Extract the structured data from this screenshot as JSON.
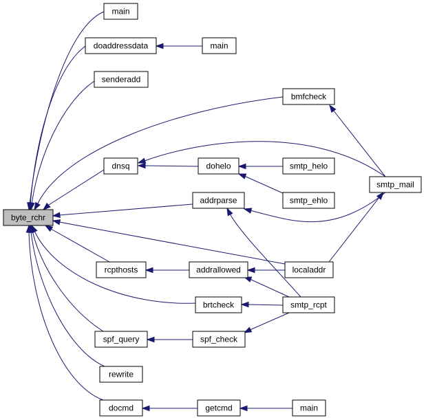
{
  "graph": {
    "edge_color": "#191970",
    "root_fill": "#bfbfbf",
    "node_fill": "#ffffff",
    "nodes": [
      {
        "id": "byte_rchr",
        "label": "byte_rchr",
        "root": true
      },
      {
        "id": "main_1",
        "label": "main"
      },
      {
        "id": "doaddressdata",
        "label": "doaddressdata"
      },
      {
        "id": "main_2",
        "label": "main"
      },
      {
        "id": "senderadd",
        "label": "senderadd"
      },
      {
        "id": "bmfcheck",
        "label": "bmfcheck"
      },
      {
        "id": "dnsq",
        "label": "dnsq"
      },
      {
        "id": "dohelo",
        "label": "dohelo"
      },
      {
        "id": "smtp_helo",
        "label": "smtp_helo"
      },
      {
        "id": "smtp_ehlo",
        "label": "smtp_ehlo"
      },
      {
        "id": "smtp_mail",
        "label": "smtp_mail"
      },
      {
        "id": "addrparse",
        "label": "addrparse"
      },
      {
        "id": "rcpthosts",
        "label": "rcpthosts"
      },
      {
        "id": "addrallowed",
        "label": "addrallowed"
      },
      {
        "id": "localaddr",
        "label": "localaddr"
      },
      {
        "id": "brtcheck",
        "label": "brtcheck"
      },
      {
        "id": "smtp_rcpt",
        "label": "smtp_rcpt"
      },
      {
        "id": "spf_query",
        "label": "spf_query"
      },
      {
        "id": "spf_check",
        "label": "spf_check"
      },
      {
        "id": "rewrite",
        "label": "rewrite"
      },
      {
        "id": "docmd",
        "label": "docmd"
      },
      {
        "id": "getcmd",
        "label": "getcmd"
      },
      {
        "id": "main_3",
        "label": "main"
      }
    ],
    "edges": [
      {
        "from": "main_1",
        "to": "byte_rchr"
      },
      {
        "from": "doaddressdata",
        "to": "byte_rchr"
      },
      {
        "from": "main_2",
        "to": "doaddressdata"
      },
      {
        "from": "senderadd",
        "to": "byte_rchr"
      },
      {
        "from": "bmfcheck",
        "to": "byte_rchr"
      },
      {
        "from": "smtp_mail",
        "to": "bmfcheck"
      },
      {
        "from": "dnsq",
        "to": "byte_rchr"
      },
      {
        "from": "smtp_mail",
        "to": "dnsq"
      },
      {
        "from": "dohelo",
        "to": "dnsq"
      },
      {
        "from": "smtp_helo",
        "to": "dohelo"
      },
      {
        "from": "smtp_ehlo",
        "to": "dohelo"
      },
      {
        "from": "addrparse",
        "to": "byte_rchr"
      },
      {
        "from": "smtp_mail",
        "to": "addrparse"
      },
      {
        "from": "smtp_rcpt",
        "to": "addrparse"
      },
      {
        "from": "localaddr",
        "to": "byte_rchr"
      },
      {
        "from": "localaddr",
        "to": "smtp_mail"
      },
      {
        "from": "rcpthosts",
        "to": "byte_rchr"
      },
      {
        "from": "addrallowed",
        "to": "rcpthosts"
      },
      {
        "from": "localaddr",
        "to": "addrallowed"
      },
      {
        "from": "smtp_rcpt",
        "to": "addrallowed"
      },
      {
        "from": "brtcheck",
        "to": "byte_rchr"
      },
      {
        "from": "smtp_rcpt",
        "to": "brtcheck"
      },
      {
        "from": "spf_query",
        "to": "byte_rchr"
      },
      {
        "from": "spf_check",
        "to": "spf_query"
      },
      {
        "from": "smtp_rcpt",
        "to": "spf_check"
      },
      {
        "from": "rewrite",
        "to": "byte_rchr"
      },
      {
        "from": "docmd",
        "to": "byte_rchr"
      },
      {
        "from": "getcmd",
        "to": "docmd"
      },
      {
        "from": "main_3",
        "to": "getcmd"
      }
    ]
  }
}
